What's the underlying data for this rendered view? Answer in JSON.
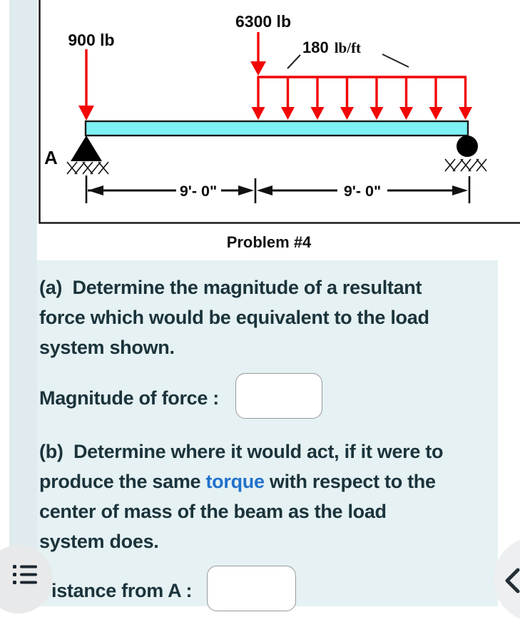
{
  "diagram": {
    "caption": "Problem #4",
    "point_load_left": "900 lb",
    "point_load_center": "6300 lb",
    "distributed_load_value": "180",
    "distributed_load_unit": "lb/ft",
    "support_label": "A",
    "dim_left": "9'- 0\"",
    "dim_right": "9'- 0\"",
    "distributed_arrow_count": 8,
    "colors": {
      "arrow_red": "#f20505",
      "beam_fill": "#7df1f3"
    }
  },
  "question_a": {
    "line1": "(a)  Determine the magnitude of a resultant",
    "line2": "force which would be equivalent to the load",
    "line3": "system shown.",
    "answer_label": "Magnitude of force :",
    "answer_value": ""
  },
  "question_b": {
    "line1": "(b)  Determine where it would act, if it were to",
    "line2_pre": "produce the same ",
    "line2_link": "torque",
    "line2_post": " with respect to the",
    "line3": "center of mass of the beam as the load",
    "line4": "system does.",
    "answer_label": "istance from A :",
    "answer_value": ""
  },
  "colors": {
    "panel_bg": "#e5f1f2",
    "strip_bg": "#dfebee",
    "text": "#1b333b",
    "link_blue": "#2171cc"
  },
  "icons": {
    "bottom_left": "list-icon",
    "bottom_right": "chevron-left-icon"
  }
}
